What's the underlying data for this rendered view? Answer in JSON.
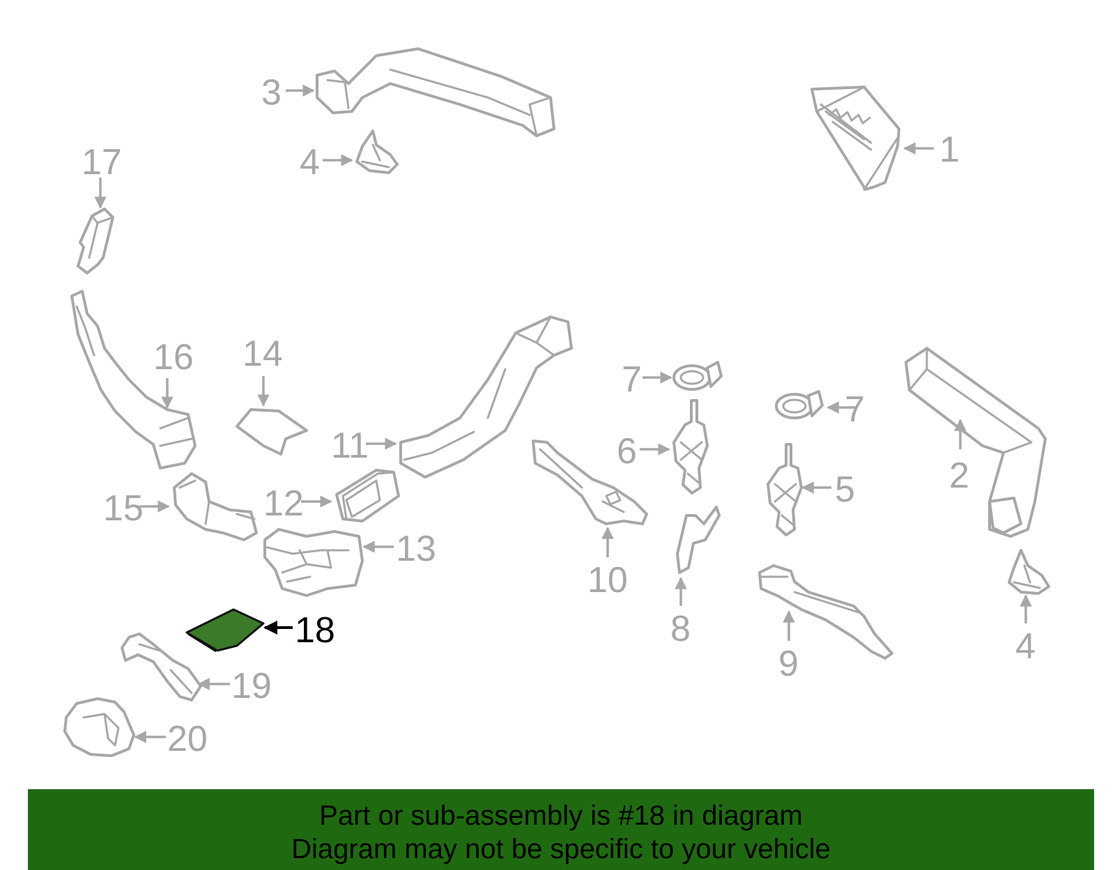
{
  "diagram": {
    "highlight_color": "#3a7a28",
    "part_line_color": "#a7a7a7",
    "callouts": [
      {
        "number": "1",
        "highlighted": false
      },
      {
        "number": "2",
        "highlighted": false
      },
      {
        "number": "3",
        "highlighted": false
      },
      {
        "number": "4",
        "highlighted": false
      },
      {
        "number": "4",
        "highlighted": false
      },
      {
        "number": "5",
        "highlighted": false
      },
      {
        "number": "6",
        "highlighted": false
      },
      {
        "number": "7",
        "highlighted": false
      },
      {
        "number": "7",
        "highlighted": false
      },
      {
        "number": "8",
        "highlighted": false
      },
      {
        "number": "9",
        "highlighted": false
      },
      {
        "number": "10",
        "highlighted": false
      },
      {
        "number": "11",
        "highlighted": false
      },
      {
        "number": "12",
        "highlighted": false
      },
      {
        "number": "13",
        "highlighted": false
      },
      {
        "number": "14",
        "highlighted": false
      },
      {
        "number": "15",
        "highlighted": false
      },
      {
        "number": "16",
        "highlighted": false
      },
      {
        "number": "17",
        "highlighted": false
      },
      {
        "number": "18",
        "highlighted": true
      },
      {
        "number": "19",
        "highlighted": false
      },
      {
        "number": "20",
        "highlighted": false
      }
    ]
  },
  "banner": {
    "background": "#1f6a10",
    "line1": "Part or sub-assembly is #18 in diagram",
    "line2": "Diagram may not be specific to your vehicle"
  }
}
